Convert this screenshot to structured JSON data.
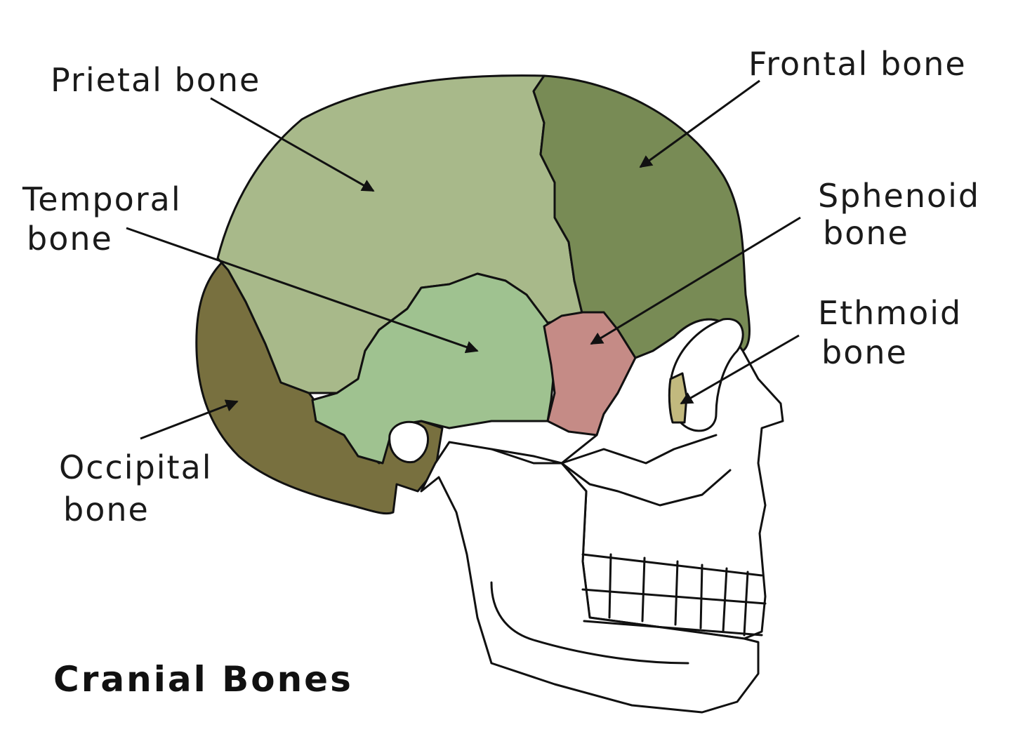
{
  "title": "Cranial Bones",
  "labels": {
    "parietal": "Prietal bone",
    "frontal": "Frontal bone",
    "temporal_1": "Temporal",
    "temporal_2": "bone",
    "sphenoid_1": "Sphenoid",
    "sphenoid_2": "bone",
    "ethmoid_1": "Ethmoid",
    "ethmoid_2": "bone",
    "occipital_1": "Occipital",
    "occipital_2": "bone"
  },
  "colors": {
    "parietal": "#a8b98a",
    "frontal": "#788b55",
    "temporal": "#9fc290",
    "sphenoid": "#c58b86",
    "occipital": "#78703f",
    "ethmoid": "#c2b97e",
    "facial": "#ffffff",
    "outline": "#111111"
  }
}
